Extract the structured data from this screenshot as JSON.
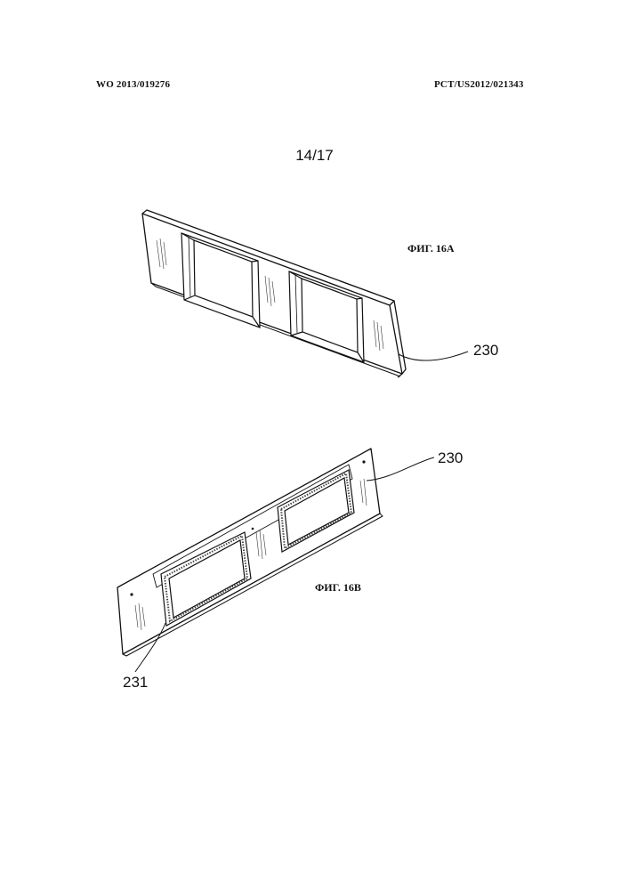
{
  "header": {
    "publication_number": "WO 2013/019276",
    "application_number": "PCT/US2012/021343"
  },
  "sheet": {
    "number": "14/17"
  },
  "figures": [
    {
      "caption": "ФИГ. 16A",
      "reference_numerals": [
        "230"
      ]
    },
    {
      "caption": "ФИГ. 16B",
      "reference_numerals": [
        "230",
        "231"
      ]
    }
  ]
}
